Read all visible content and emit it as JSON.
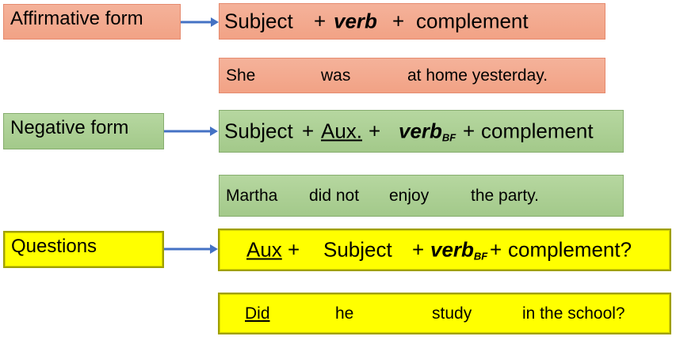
{
  "rows": [
    {
      "label": "Affirmative form",
      "formula": {
        "subject": "Subject",
        "plus1": "+",
        "verb": "verb",
        "plus2": "+",
        "complement": "complement"
      },
      "example": {
        "w1": "She",
        "w2": "was",
        "w3": "at home yesterday."
      }
    },
    {
      "label": "Negative form",
      "formula": {
        "subject": "Subject",
        "plus1": "+",
        "aux": "Aux.",
        "plus2": "+",
        "verb": "verb",
        "sub": "BF",
        "plus3": "+",
        "complement": "complement"
      },
      "example": {
        "w1": "Martha",
        "w2": "did not",
        "w3": "enjoy",
        "w4": "the party."
      }
    },
    {
      "label": "Questions",
      "formula": {
        "aux": "Aux",
        "plus1": "+",
        "subject": "Subject",
        "plus2": "+",
        "verb": "verb",
        "sub": "BF",
        "plus3": "+",
        "complement": "complement?"
      },
      "example": {
        "w1": "Did",
        "w2": "he",
        "w3": "study",
        "w4": "in the school?"
      }
    }
  ],
  "colors": {
    "salmon": "#f4a98e",
    "green": "#a9cd91",
    "yellow": "#ffff00",
    "arrow": "#4472c4"
  }
}
